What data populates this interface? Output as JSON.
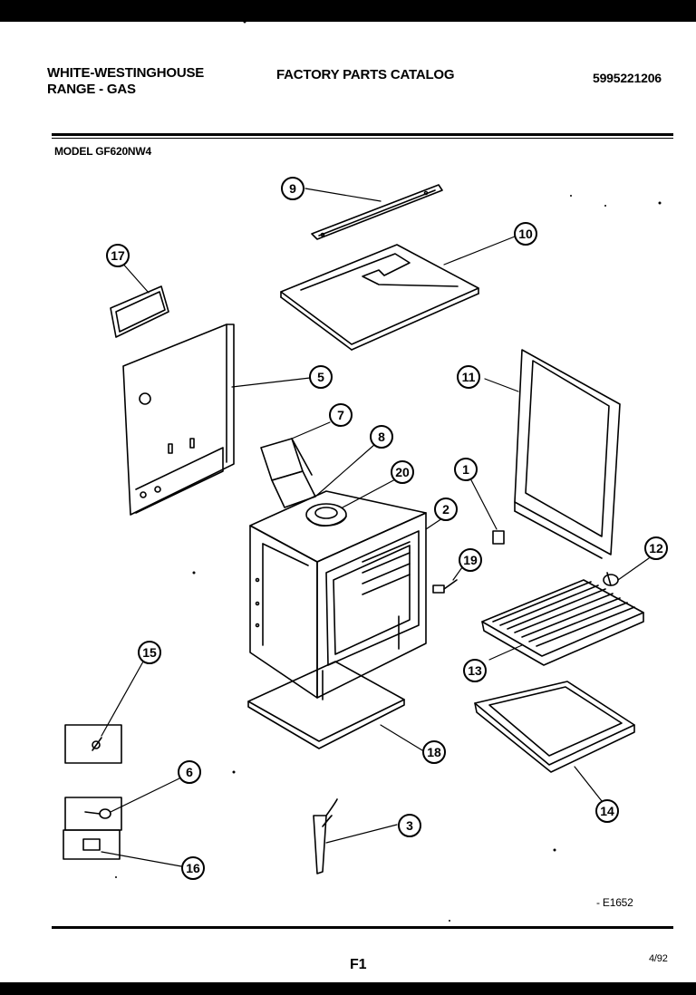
{
  "header": {
    "brand": "WHITE-WESTINGHOUSE",
    "product": "RANGE - GAS",
    "catalog_title": "FACTORY PARTS CATALOG",
    "catalog_number": "5995221206",
    "model": "MODEL GF620NW4"
  },
  "callouts": [
    "9",
    "10",
    "17",
    "5",
    "11",
    "7",
    "8",
    "20",
    "1",
    "2",
    "19",
    "12",
    "13",
    "15",
    "18",
    "14",
    "6",
    "3",
    "16"
  ],
  "footer": {
    "diagram_code": "- E1652",
    "page": "F1",
    "date": "4/92"
  }
}
